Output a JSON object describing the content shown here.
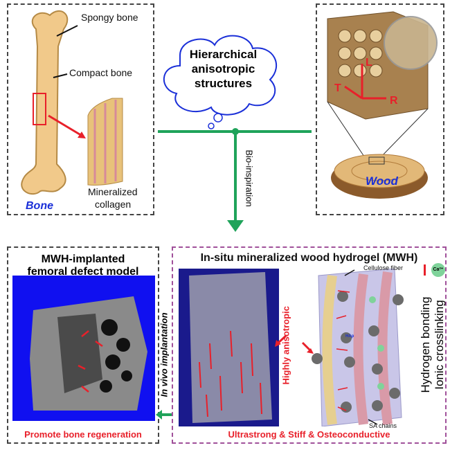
{
  "bone_panel": {
    "spongy_label": "Spongy bone",
    "compact_label": "Compact bone",
    "collagen_label_1": "Mineralized",
    "collagen_label_2": "collagen",
    "bone_title": "Bone"
  },
  "cloud": {
    "line1": "Hierarchical",
    "line2": "anisotropic",
    "line3": "structures"
  },
  "connector": {
    "label": "Bio-inspiration",
    "color": "#1fa35a"
  },
  "wood_panel": {
    "axis_t": "T",
    "axis_l": "L",
    "axis_r": "R",
    "wood_title": "Wood"
  },
  "implant_panel": {
    "title_1": "MWH-implanted",
    "title_2": "femoral defect model",
    "caption": "Promote bone regeneration",
    "arrow_label": "In vivo implantation"
  },
  "mwh_panel": {
    "title": "In-situ mineralized wood hydrogel (MWH)",
    "anisotropic_label": "Highly anisotropic",
    "cellulose_label": "Cellulose fiber",
    "sa_label": "SA chains",
    "hap_label": "HAp",
    "ca_label": "Ca²⁺",
    "legend_hbond": "Hydrogen bonding",
    "legend_ionic": "Ionic crosslinking",
    "caption": "Ultrastrong & Stiff & Osteoconductive"
  },
  "colors": {
    "accent_red": "#e8202a",
    "accent_blue": "#1a2fd8",
    "green": "#1fa35a",
    "pink_border": "#a0509a"
  }
}
